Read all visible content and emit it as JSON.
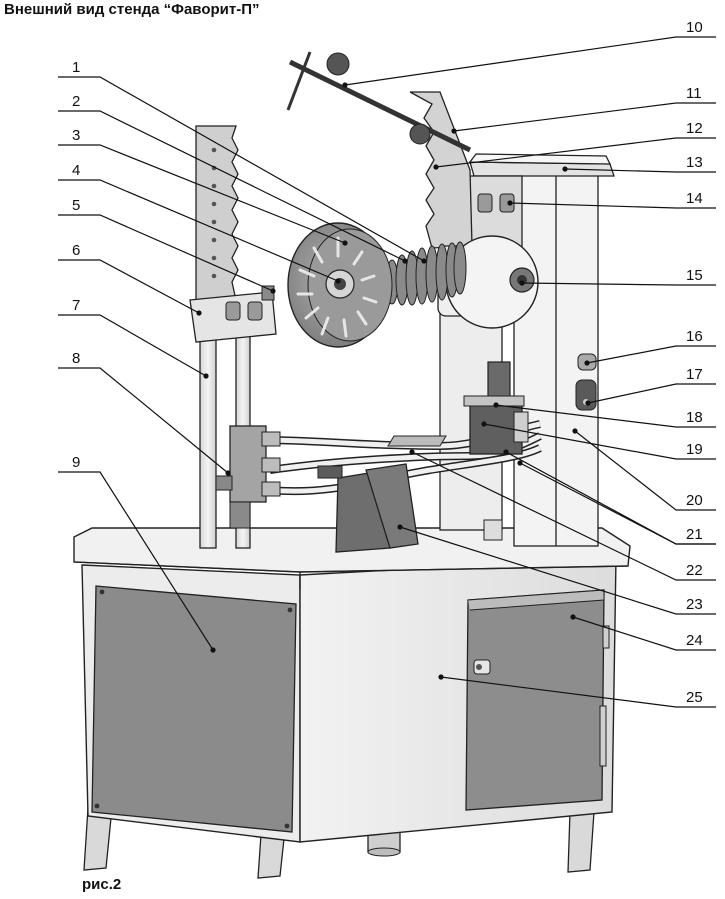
{
  "title": "Внешний вид стенда “Фаворит-П”",
  "caption": "рис.2",
  "colors": {
    "outline": "#222222",
    "panel": "#8c8c8c",
    "metal_light": "#e9e9e9",
    "metal_mid": "#c7c7c7",
    "dark": "#555555"
  },
  "labels": [
    "1",
    "2",
    "3",
    "4",
    "5",
    "6",
    "7",
    "8",
    "9",
    "10",
    "11",
    "12",
    "13",
    "14",
    "15",
    "16",
    "17",
    "18",
    "19",
    "20",
    "21",
    "22",
    "23",
    "24",
    "25"
  ]
}
